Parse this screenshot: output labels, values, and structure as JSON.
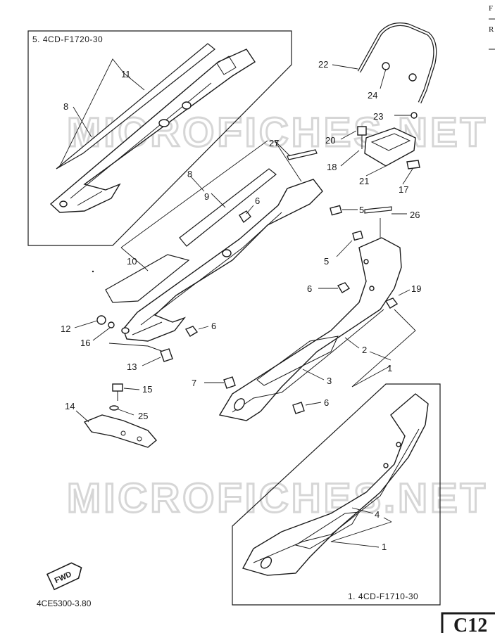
{
  "watermarks": [
    "MICROFICHES.NET",
    "MICROFICHES.NET"
  ],
  "inset_top": {
    "title": "5. 4CD-F1720-30"
  },
  "inset_bottom": {
    "title": "1. 4CD-F1710-30"
  },
  "fwd_label": "FWD",
  "drawing_code": "4CE5300-3.80",
  "page_code": "C12",
  "corner_text": [
    "F",
    "R"
  ],
  "callouts": [
    {
      "id": "11",
      "text": "11"
    },
    {
      "id": "8a",
      "text": "8"
    },
    {
      "id": "8b",
      "text": "8"
    },
    {
      "id": "9",
      "text": "9"
    },
    {
      "id": "10",
      "text": "10"
    },
    {
      "id": "27",
      "text": "27"
    },
    {
      "id": "6a",
      "text": "6"
    },
    {
      "id": "5a",
      "text": "5"
    },
    {
      "id": "26",
      "text": "26"
    },
    {
      "id": "5b",
      "text": "5"
    },
    {
      "id": "6b",
      "text": "6"
    },
    {
      "id": "19",
      "text": "19"
    },
    {
      "id": "12",
      "text": "12"
    },
    {
      "id": "16",
      "text": "16"
    },
    {
      "id": "6c",
      "text": "6"
    },
    {
      "id": "13",
      "text": "13"
    },
    {
      "id": "2",
      "text": "2"
    },
    {
      "id": "1a",
      "text": "1"
    },
    {
      "id": "3",
      "text": "3"
    },
    {
      "id": "7",
      "text": "7"
    },
    {
      "id": "6d",
      "text": "6"
    },
    {
      "id": "15",
      "text": "15"
    },
    {
      "id": "14",
      "text": "14"
    },
    {
      "id": "25",
      "text": "25"
    },
    {
      "id": "22",
      "text": "22"
    },
    {
      "id": "24",
      "text": "24"
    },
    {
      "id": "23",
      "text": "23"
    },
    {
      "id": "20",
      "text": "20"
    },
    {
      "id": "18",
      "text": "18"
    },
    {
      "id": "21",
      "text": "21"
    },
    {
      "id": "17",
      "text": "17"
    },
    {
      "id": "4",
      "text": "4"
    },
    {
      "id": "1b",
      "text": "1"
    }
  ]
}
